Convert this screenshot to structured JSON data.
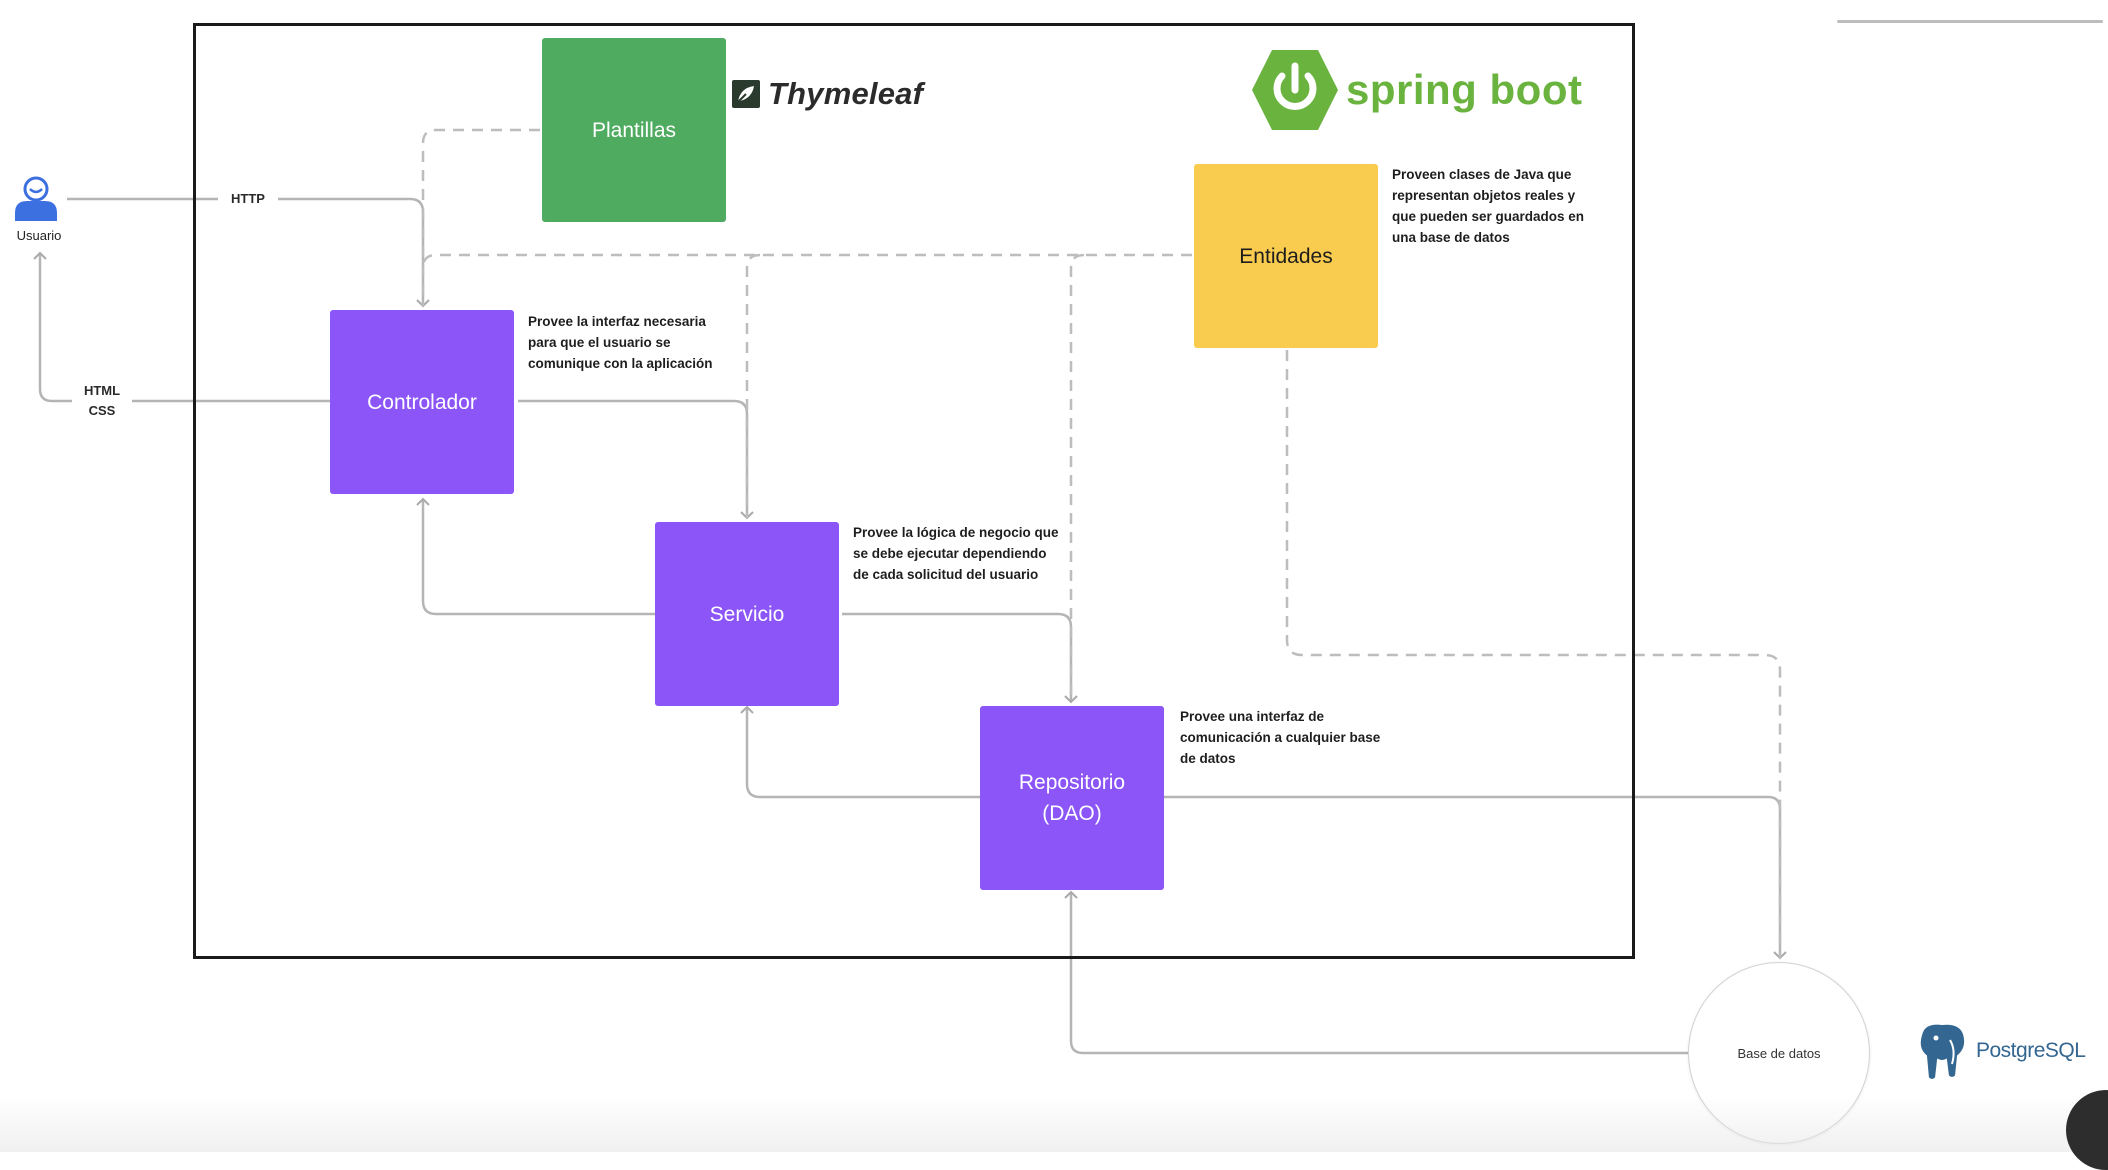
{
  "boxes": {
    "plantillas": "Plantillas",
    "controlador": "Controlador",
    "servicio": "Servicio",
    "repositorio": "Repositorio\n(DAO)",
    "entidades": "Entidades"
  },
  "descriptions": {
    "controlador": "Provee la interfaz necesaria\npara que el usuario se\ncomunique con la aplicación",
    "servicio": "Provee la lógica de negocio que\nse debe ejecutar dependiendo\nde cada solicitud del usuario",
    "repositorio": "Provee una interfaz de\ncomunicación a cualquier base\nde datos",
    "entidades": "Proveen clases de Java que\nrepresentan objetos reales y\nque pueden ser guardados en\nuna base de datos"
  },
  "labels": {
    "http": "HTTP",
    "html_css": "HTML\nCSS"
  },
  "user": {
    "label": "Usuario"
  },
  "database": {
    "label": "Base de datos"
  },
  "logos": {
    "thymeleaf": "Thymeleaf",
    "spring_boot": "spring boot",
    "postgresql": "PostgreSQL"
  },
  "colors": {
    "purple": "#8b55f8",
    "green": "#4fab60",
    "yellow": "#f9cc4f",
    "connector": "#b5b5b5"
  }
}
